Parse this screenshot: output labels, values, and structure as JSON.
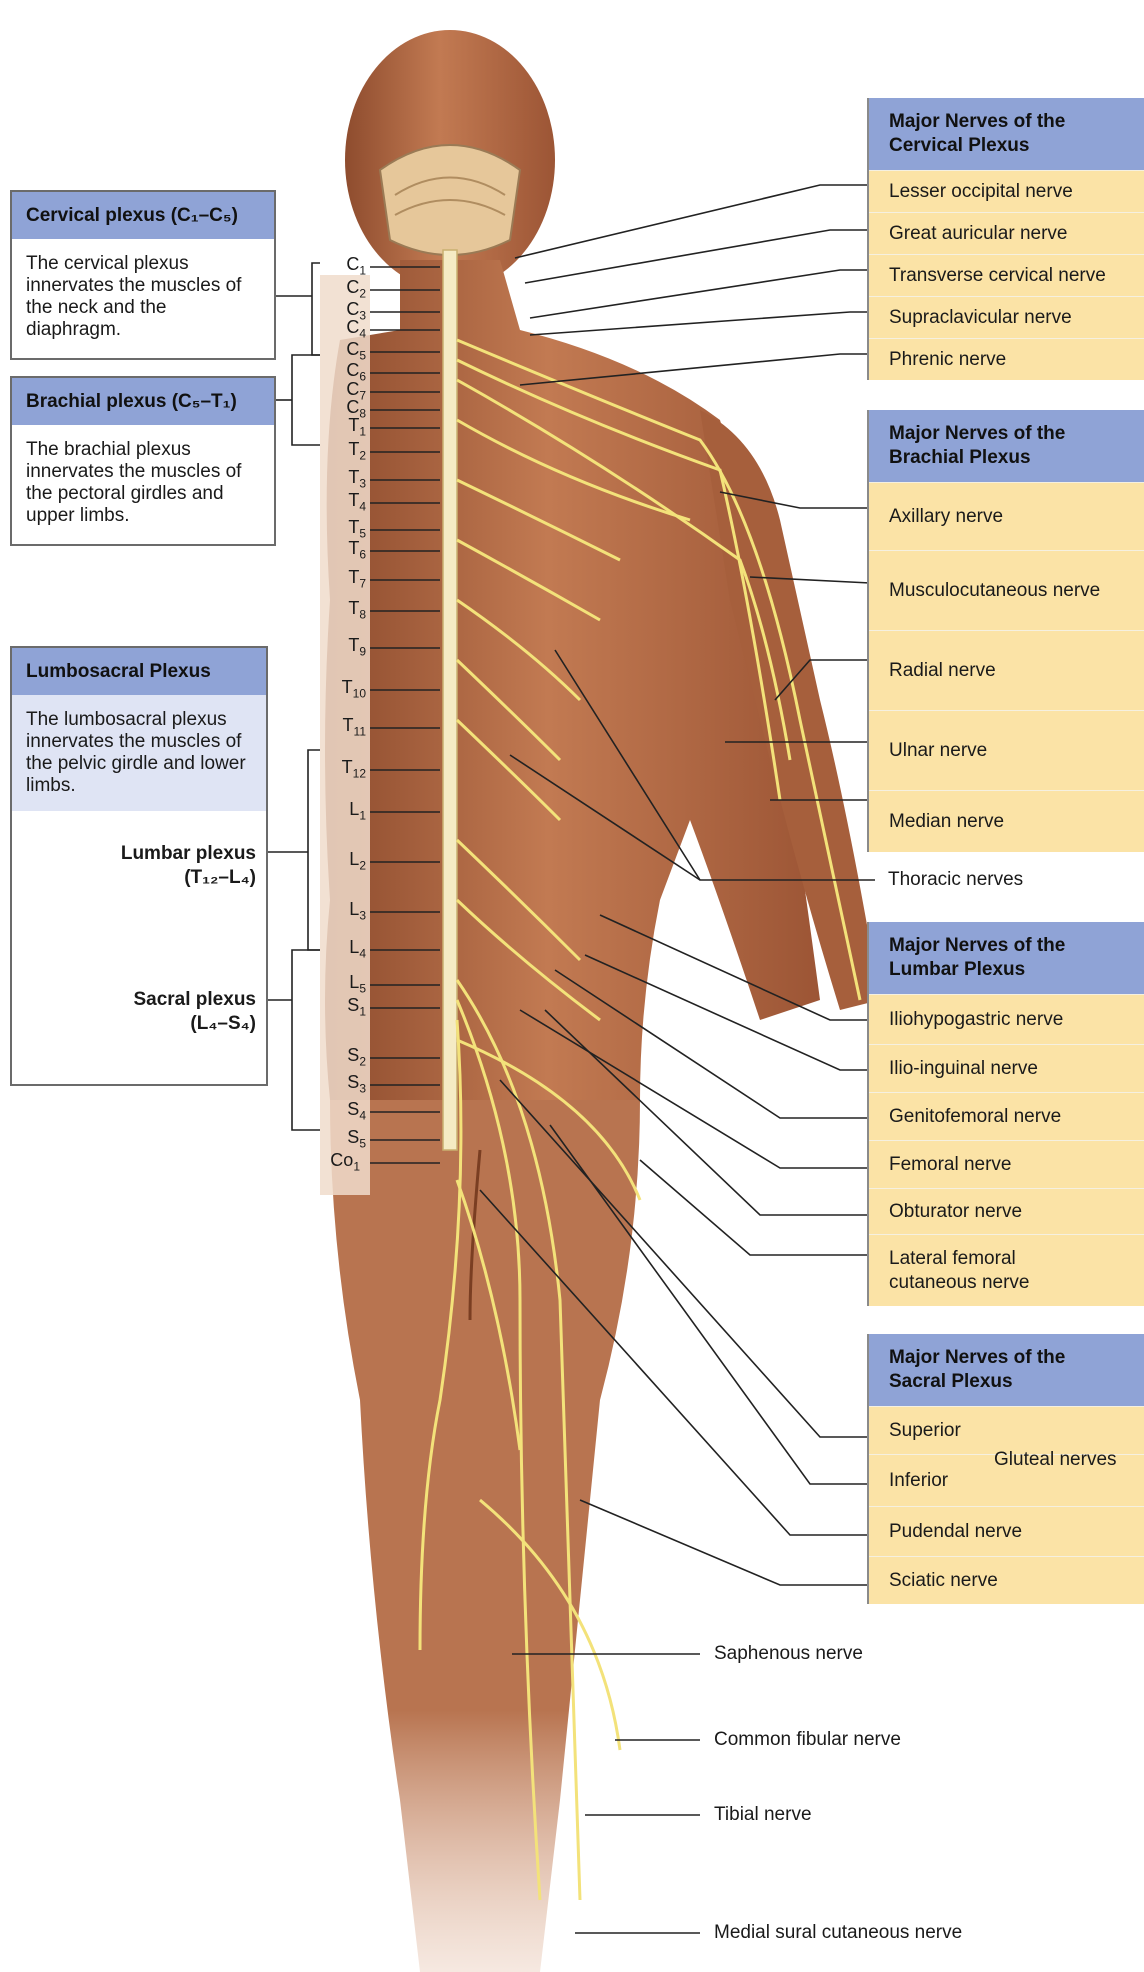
{
  "cervical_box": {
    "title": "Cervical plexus (C₁–C₅)",
    "description": "The cervical plexus innervates the muscles of the neck and the diaphragm."
  },
  "brachial_box": {
    "title": "Brachial plexus (C₅–T₁)",
    "description": "The brachial plexus innervates the muscles of the pectoral girdles and upper limbs."
  },
  "lumbosacral_box": {
    "title": "Lumbosacral Plexus",
    "description": "The lumbosacral plexus innervates the muscles of the pelvic girdle and lower limbs.",
    "lumbar_label": "Lumbar plexus",
    "lumbar_range": "(T₁₂–L₄)",
    "sacral_label": "Sacral plexus",
    "sacral_range": "(L₄–S₄)"
  },
  "spinal_segments": [
    "C1",
    "C2",
    "C3",
    "C4",
    "C5",
    "C6",
    "C7",
    "C8",
    "T1",
    "T2",
    "T3",
    "T4",
    "T5",
    "T6",
    "T7",
    "T8",
    "T9",
    "T10",
    "T11",
    "T12",
    "L1",
    "L2",
    "L3",
    "L4",
    "L5",
    "S1",
    "S2",
    "S3",
    "S4",
    "S5",
    "Co1"
  ],
  "cervical_panel": {
    "title": "Major Nerves of the Cervical Plexus",
    "nerves": [
      "Lesser occipital nerve",
      "Great auricular nerve",
      "Transverse cervical nerve",
      "Supraclavicular nerve",
      "Phrenic nerve"
    ]
  },
  "brachial_panel": {
    "title": "Major Nerves of the Brachial Plexus",
    "nerves": [
      "Axillary nerve",
      "Musculocutaneous nerve",
      "Radial nerve",
      "Ulnar nerve",
      "Median nerve"
    ]
  },
  "thoracic_label": "Thoracic nerves",
  "lumbar_panel": {
    "title": "Major Nerves of the Lumbar Plexus",
    "nerves": [
      "Iliohypogastric nerve",
      "Ilio-inguinal nerve",
      "Genitofemoral nerve",
      "Femoral nerve",
      "Obturator nerve",
      "Lateral femoral cutaneous nerve"
    ]
  },
  "sacral_panel": {
    "title": "Major Nerves of the Sacral Plexus",
    "superior": "Superior",
    "inferior": "Inferior",
    "gluteal": "Gluteal nerves",
    "nerves": [
      "Pudendal nerve",
      "Sciatic nerve"
    ]
  },
  "leg_labels": [
    "Saphenous nerve",
    "Common fibular nerve",
    "Tibial nerve",
    "Medial sural cutaneous nerve"
  ],
  "colors": {
    "header_blue": "#8fa3d6",
    "panel_yellow": "#fbe3a6",
    "nerve_yellow": "#f3e27a",
    "skin": "#b06a45"
  }
}
